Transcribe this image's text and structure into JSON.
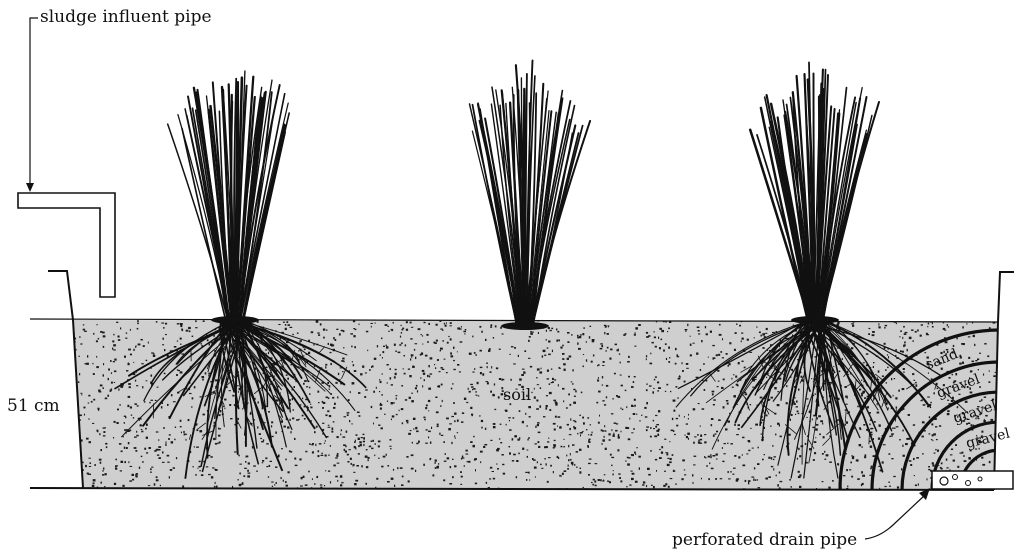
{
  "labels": {
    "influent_pipe": "sludge influent pipe",
    "depth": "51 cm",
    "soil": "soil",
    "drain_pipe": "perforated drain pipe"
  },
  "layers": [
    {
      "name": "sand"
    },
    {
      "name": "gravel"
    },
    {
      "name": "gravel"
    },
    {
      "name": "gravel"
    }
  ],
  "plants": [
    {
      "name": "plant-left",
      "has_roots": true
    },
    {
      "name": "plant-middle",
      "has_roots": false
    },
    {
      "name": "plant-right",
      "has_roots": true
    }
  ],
  "colors": {
    "soil_fill": "#cfcfcf",
    "ink": "#111111",
    "background": "#ffffff"
  }
}
